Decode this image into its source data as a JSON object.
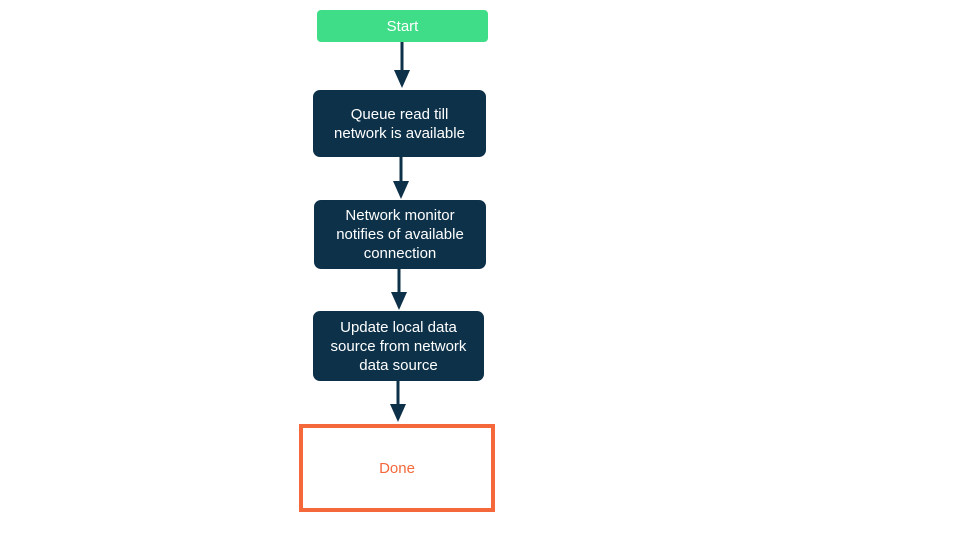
{
  "diagram": {
    "type": "flowchart",
    "orientation": "top-to-bottom",
    "title": "",
    "colors": {
      "start_fill": "#3FDD87",
      "process_fill": "#0D3149",
      "process_text": "#FFFFFF",
      "done_border": "#F4683B",
      "done_text": "#F4683B",
      "done_fill": "#FFFFFF",
      "arrow": "#0D3149",
      "background": "#FFFFFF"
    },
    "nodes": [
      {
        "id": "start",
        "label": "Start",
        "shape": "rounded-rectangle",
        "role": "terminator"
      },
      {
        "id": "step1",
        "label": "Queue read till\nnetwork is available",
        "shape": "rounded-rectangle",
        "role": "process"
      },
      {
        "id": "step2",
        "label": "Network monitor\nnotifies of available\nconnection",
        "shape": "rounded-rectangle",
        "role": "process"
      },
      {
        "id": "step3",
        "label": "Update local data\nsource from network\ndata source",
        "shape": "rounded-rectangle",
        "role": "process"
      },
      {
        "id": "done",
        "label": "Done",
        "shape": "rectangle",
        "role": "terminator"
      }
    ],
    "edges": [
      {
        "id": "edge-1",
        "from": "start",
        "to": "step1",
        "label": "",
        "style": "solid-arrow"
      },
      {
        "id": "edge-2",
        "from": "step1",
        "to": "step2",
        "label": "",
        "style": "solid-arrow"
      },
      {
        "id": "edge-3",
        "from": "step2",
        "to": "step3",
        "label": "",
        "style": "solid-arrow"
      },
      {
        "id": "edge-4",
        "from": "step3",
        "to": "done",
        "label": "",
        "style": "solid-arrow"
      }
    ]
  }
}
